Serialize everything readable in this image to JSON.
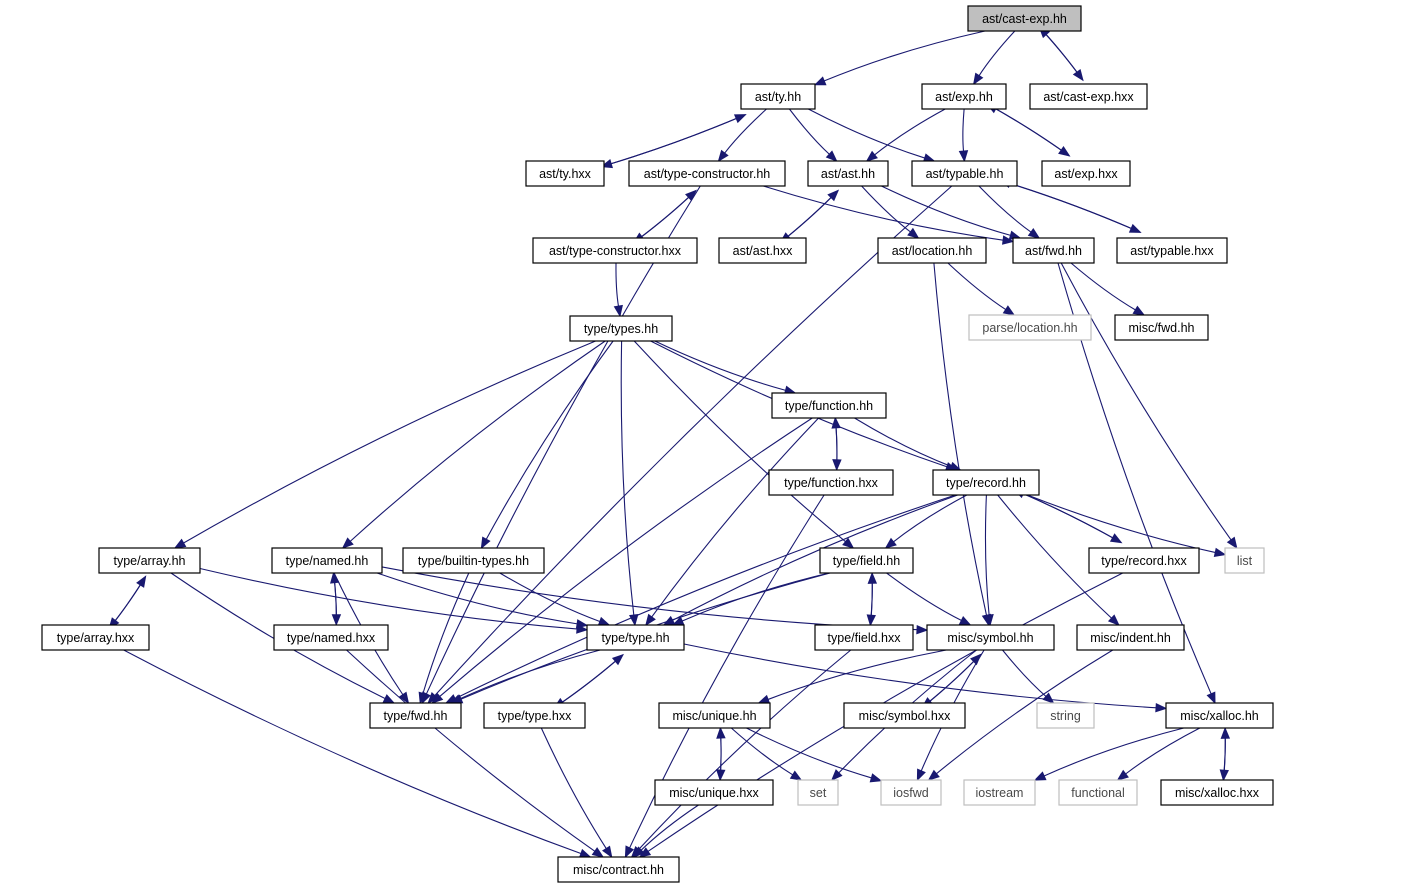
{
  "colors": {
    "edge": "#191970",
    "root_fill": "#bfbfbf",
    "external_border": "#bfbfbf",
    "node_border": "#000000",
    "background": "#ffffff"
  },
  "nodes": [
    {
      "id": "cast_exp_hh",
      "label": "ast/cast-exp.hh",
      "kind": "root"
    },
    {
      "id": "ty_hh",
      "label": "ast/ty.hh",
      "kind": "file"
    },
    {
      "id": "exp_hh",
      "label": "ast/exp.hh",
      "kind": "file"
    },
    {
      "id": "cast_exp_hxx",
      "label": "ast/cast-exp.hxx",
      "kind": "file"
    },
    {
      "id": "ty_hxx",
      "label": "ast/ty.hxx",
      "kind": "file"
    },
    {
      "id": "type_constructor_hh",
      "label": "ast/type-constructor.hh",
      "kind": "file"
    },
    {
      "id": "ast_hh",
      "label": "ast/ast.hh",
      "kind": "file"
    },
    {
      "id": "typable_hh",
      "label": "ast/typable.hh",
      "kind": "file"
    },
    {
      "id": "exp_hxx",
      "label": "ast/exp.hxx",
      "kind": "file"
    },
    {
      "id": "type_constructor_hxx",
      "label": "ast/type-constructor.hxx",
      "kind": "file"
    },
    {
      "id": "ast_hxx",
      "label": "ast/ast.hxx",
      "kind": "file"
    },
    {
      "id": "location_hh",
      "label": "ast/location.hh",
      "kind": "file"
    },
    {
      "id": "ast_fwd_hh",
      "label": "ast/fwd.hh",
      "kind": "file"
    },
    {
      "id": "typable_hxx",
      "label": "ast/typable.hxx",
      "kind": "file"
    },
    {
      "id": "parse_location_hh",
      "label": "parse/location.hh",
      "kind": "external"
    },
    {
      "id": "misc_fwd_hh",
      "label": "misc/fwd.hh",
      "kind": "file"
    },
    {
      "id": "types_hh",
      "label": "type/types.hh",
      "kind": "file"
    },
    {
      "id": "function_hh",
      "label": "type/function.hh",
      "kind": "file"
    },
    {
      "id": "function_hxx",
      "label": "type/function.hxx",
      "kind": "file"
    },
    {
      "id": "record_hh",
      "label": "type/record.hh",
      "kind": "file"
    },
    {
      "id": "array_hh",
      "label": "type/array.hh",
      "kind": "file"
    },
    {
      "id": "named_hh",
      "label": "type/named.hh",
      "kind": "file"
    },
    {
      "id": "builtin_types_hh",
      "label": "type/builtin-types.hh",
      "kind": "file"
    },
    {
      "id": "field_hh",
      "label": "type/field.hh",
      "kind": "file"
    },
    {
      "id": "record_hxx",
      "label": "type/record.hxx",
      "kind": "file"
    },
    {
      "id": "list",
      "label": "list",
      "kind": "external"
    },
    {
      "id": "array_hxx",
      "label": "type/array.hxx",
      "kind": "file"
    },
    {
      "id": "named_hxx",
      "label": "type/named.hxx",
      "kind": "file"
    },
    {
      "id": "type_hh",
      "label": "type/type.hh",
      "kind": "file"
    },
    {
      "id": "field_hxx",
      "label": "type/field.hxx",
      "kind": "file"
    },
    {
      "id": "symbol_hh",
      "label": "misc/symbol.hh",
      "kind": "file"
    },
    {
      "id": "indent_hh",
      "label": "misc/indent.hh",
      "kind": "file"
    },
    {
      "id": "type_fwd_hh",
      "label": "type/fwd.hh",
      "kind": "file"
    },
    {
      "id": "type_hxx",
      "label": "type/type.hxx",
      "kind": "file"
    },
    {
      "id": "unique_hh",
      "label": "misc/unique.hh",
      "kind": "file"
    },
    {
      "id": "symbol_hxx",
      "label": "misc/symbol.hxx",
      "kind": "file"
    },
    {
      "id": "string",
      "label": "string",
      "kind": "external"
    },
    {
      "id": "xalloc_hh",
      "label": "misc/xalloc.hh",
      "kind": "file"
    },
    {
      "id": "unique_hxx",
      "label": "misc/unique.hxx",
      "kind": "file"
    },
    {
      "id": "set",
      "label": "set",
      "kind": "external"
    },
    {
      "id": "iosfwd",
      "label": "iosfwd",
      "kind": "external"
    },
    {
      "id": "iostream",
      "label": "iostream",
      "kind": "external"
    },
    {
      "id": "functional",
      "label": "functional",
      "kind": "external"
    },
    {
      "id": "xalloc_hxx",
      "label": "misc/xalloc.hxx",
      "kind": "file"
    },
    {
      "id": "contract_hh",
      "label": "misc/contract.hh",
      "kind": "file"
    }
  ],
  "edges": [
    [
      "cast_exp_hh",
      "ty_hh"
    ],
    [
      "cast_exp_hh",
      "exp_hh"
    ],
    [
      "cast_exp_hh",
      "cast_exp_hxx"
    ],
    [
      "cast_exp_hxx",
      "cast_exp_hh"
    ],
    [
      "ty_hh",
      "ty_hxx"
    ],
    [
      "ty_hxx",
      "ty_hh"
    ],
    [
      "ty_hh",
      "type_constructor_hh"
    ],
    [
      "ty_hh",
      "ast_hh"
    ],
    [
      "ty_hh",
      "typable_hh"
    ],
    [
      "exp_hh",
      "ast_hh"
    ],
    [
      "exp_hh",
      "typable_hh"
    ],
    [
      "exp_hh",
      "exp_hxx"
    ],
    [
      "exp_hxx",
      "exp_hh"
    ],
    [
      "type_constructor_hh",
      "type_constructor_hxx"
    ],
    [
      "type_constructor_hxx",
      "type_constructor_hh"
    ],
    [
      "type_constructor_hh",
      "ast_fwd_hh"
    ],
    [
      "type_constructor_hh",
      "type_fwd_hh"
    ],
    [
      "ast_hh",
      "ast_hxx"
    ],
    [
      "ast_hxx",
      "ast_hh"
    ],
    [
      "ast_hh",
      "location_hh"
    ],
    [
      "ast_hh",
      "ast_fwd_hh"
    ],
    [
      "typable_hh",
      "ast_fwd_hh"
    ],
    [
      "typable_hh",
      "typable_hxx"
    ],
    [
      "typable_hxx",
      "typable_hh"
    ],
    [
      "typable_hh",
      "type_fwd_hh"
    ],
    [
      "location_hh",
      "parse_location_hh"
    ],
    [
      "location_hh",
      "symbol_hh"
    ],
    [
      "ast_fwd_hh",
      "misc_fwd_hh"
    ],
    [
      "ast_fwd_hh",
      "list"
    ],
    [
      "ast_fwd_hh",
      "xalloc_hh"
    ],
    [
      "type_constructor_hxx",
      "types_hh"
    ],
    [
      "types_hh",
      "function_hh"
    ],
    [
      "types_hh",
      "record_hh"
    ],
    [
      "types_hh",
      "array_hh"
    ],
    [
      "types_hh",
      "named_hh"
    ],
    [
      "types_hh",
      "builtin_types_hh"
    ],
    [
      "types_hh",
      "type_hh"
    ],
    [
      "types_hh",
      "field_hh"
    ],
    [
      "function_hh",
      "function_hxx"
    ],
    [
      "function_hxx",
      "function_hh"
    ],
    [
      "function_hh",
      "record_hh"
    ],
    [
      "function_hh",
      "type_hh"
    ],
    [
      "function_hh",
      "type_fwd_hh"
    ],
    [
      "function_hxx",
      "contract_hh"
    ],
    [
      "record_hh",
      "field_hh"
    ],
    [
      "record_hh",
      "type_hh"
    ],
    [
      "record_hh",
      "type_fwd_hh"
    ],
    [
      "record_hh",
      "symbol_hh"
    ],
    [
      "record_hh",
      "indent_hh"
    ],
    [
      "record_hh",
      "record_hxx"
    ],
    [
      "record_hxx",
      "record_hh"
    ],
    [
      "record_hh",
      "list"
    ],
    [
      "record_hxx",
      "contract_hh"
    ],
    [
      "array_hh",
      "array_hxx"
    ],
    [
      "array_hxx",
      "array_hh"
    ],
    [
      "array_hh",
      "type_hh"
    ],
    [
      "array_hh",
      "type_fwd_hh"
    ],
    [
      "array_hxx",
      "contract_hh"
    ],
    [
      "named_hh",
      "named_hxx"
    ],
    [
      "named_hxx",
      "named_hh"
    ],
    [
      "named_hh",
      "type_hh"
    ],
    [
      "named_hh",
      "type_fwd_hh"
    ],
    [
      "named_hh",
      "symbol_hh"
    ],
    [
      "named_hxx",
      "contract_hh"
    ],
    [
      "builtin_types_hh",
      "type_hh"
    ],
    [
      "builtin_types_hh",
      "type_fwd_hh"
    ],
    [
      "field_hh",
      "field_hxx"
    ],
    [
      "field_hxx",
      "field_hh"
    ],
    [
      "field_hh",
      "type_hh"
    ],
    [
      "field_hh",
      "symbol_hh"
    ],
    [
      "field_hh",
      "type_fwd_hh"
    ],
    [
      "field_hxx",
      "contract_hh"
    ],
    [
      "type_hh",
      "type_hxx"
    ],
    [
      "type_hxx",
      "type_hh"
    ],
    [
      "type_hh",
      "type_fwd_hh"
    ],
    [
      "type_hh",
      "xalloc_hh"
    ],
    [
      "type_hxx",
      "contract_hh"
    ],
    [
      "symbol_hh",
      "unique_hh"
    ],
    [
      "symbol_hh",
      "symbol_hxx"
    ],
    [
      "symbol_hxx",
      "symbol_hh"
    ],
    [
      "symbol_hh",
      "string"
    ],
    [
      "symbol_hh",
      "set"
    ],
    [
      "symbol_hh",
      "iosfwd"
    ],
    [
      "indent_hh",
      "iosfwd"
    ],
    [
      "unique_hh",
      "unique_hxx"
    ],
    [
      "unique_hxx",
      "unique_hh"
    ],
    [
      "unique_hh",
      "set"
    ],
    [
      "unique_hh",
      "iosfwd"
    ],
    [
      "unique_hxx",
      "contract_hh"
    ],
    [
      "xalloc_hh",
      "iostream"
    ],
    [
      "xalloc_hh",
      "functional"
    ],
    [
      "xalloc_hh",
      "xalloc_hxx"
    ],
    [
      "xalloc_hxx",
      "xalloc_hh"
    ]
  ]
}
